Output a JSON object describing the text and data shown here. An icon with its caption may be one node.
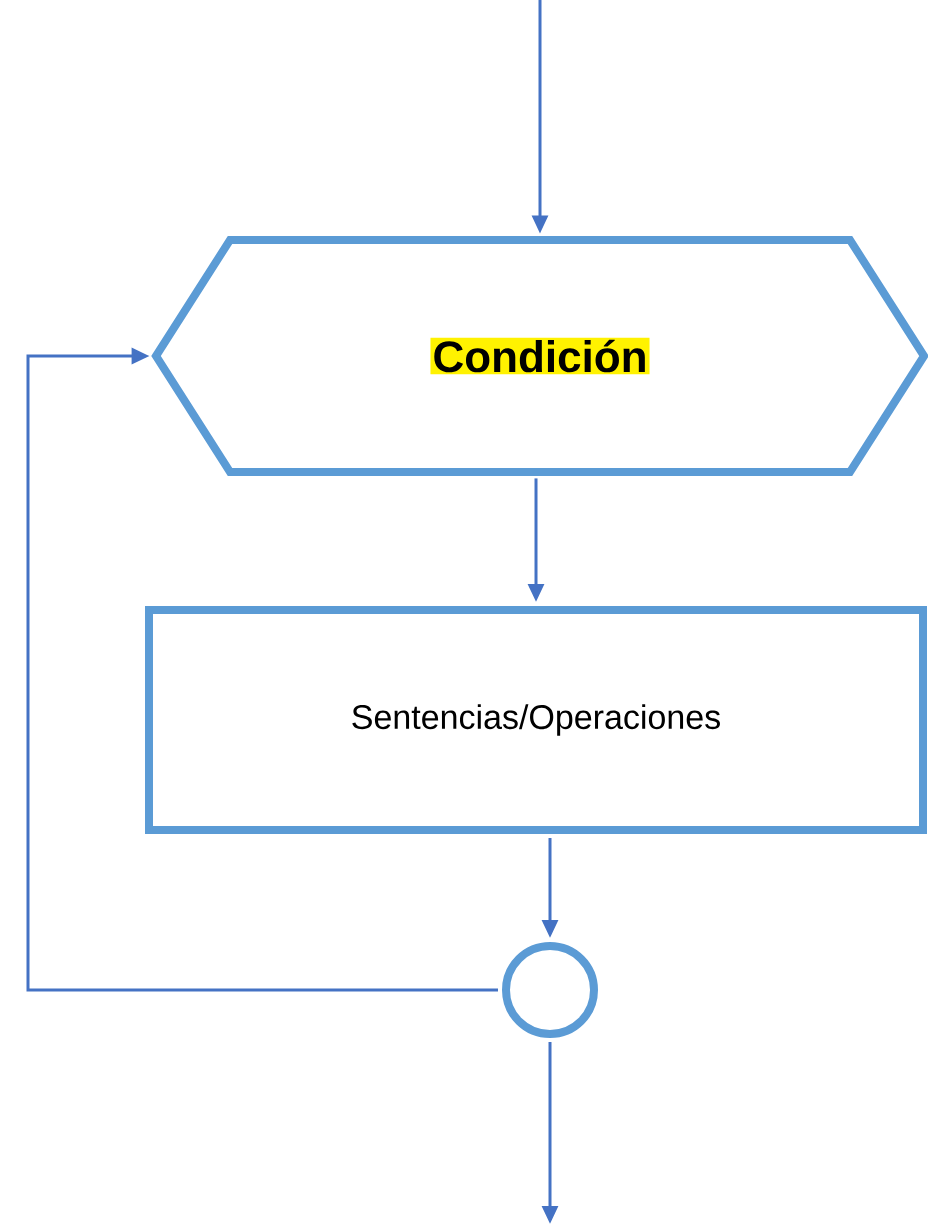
{
  "diagram": {
    "nodes": [
      {
        "text": [
          "Condición"
        ]
      },
      {
        "text": [
          "Sentencias/Operaciones"
        ]
      },
      {
        "text": [],
        "shape": "circle"
      }
    ],
    "edges": [
      {
        "from": null,
        "to": 0,
        "arrow": "to"
      },
      {
        "from": 0,
        "to": 1,
        "arrow": "to"
      },
      {
        "from": 1,
        "to": 2,
        "arrow": "to"
      },
      {
        "from": 2,
        "to": 0,
        "arrow": "to"
      },
      {
        "from": 2,
        "to": null,
        "arrow": "to"
      }
    ]
  }
}
